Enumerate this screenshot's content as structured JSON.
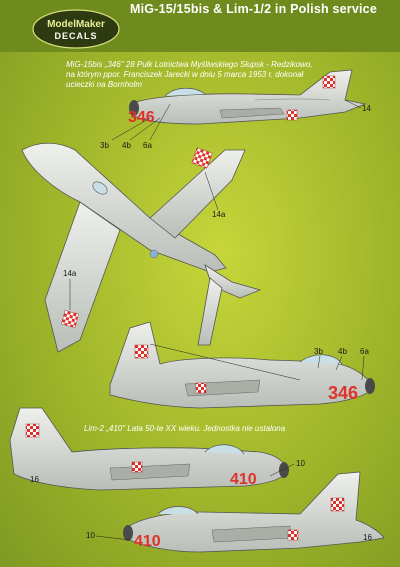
{
  "header": {
    "brand_top": "ModelMaker",
    "brand_bottom": "DECALS",
    "title": "MiG-15/15bis & Lim-1/2 in Polish service"
  },
  "profile1": {
    "caption_line1_prefix": "MiG-15bis „346\"",
    "caption_line1_rest": " 28 Pułk Lotnictwa Myśliwskiego Słupsk - Redzikowo,",
    "caption_line2": "na którym ppor. Franciszek Jarecki w dniu 5 marca 1953 r. dokonał",
    "caption_line3": "ucieczki na Bornholm",
    "number": "346",
    "callout_14": "14",
    "callout_3b": "3b",
    "callout_4b": "4b",
    "callout_6a": "6a",
    "callout_14a_top": "14a",
    "callout_14a_left": "14a",
    "callout_3b_b": "3b",
    "callout_4b_b": "4b",
    "callout_6a_b": "6a"
  },
  "profile2": {
    "caption_prefix": "Lim-2 „410\"",
    "caption_rest": " Lata 50-te XX wieku. Jednostka nie ustalona",
    "number": "410",
    "callout_10_top": "10",
    "callout_16_left": "16",
    "callout_10_bottom": "10",
    "callout_16_right": "16"
  },
  "colors": {
    "background": "#a8bd2e",
    "header_band": "#6f8a1d",
    "aircraft_silver": "#d8dcd6",
    "marking_red": "#e0322a"
  }
}
